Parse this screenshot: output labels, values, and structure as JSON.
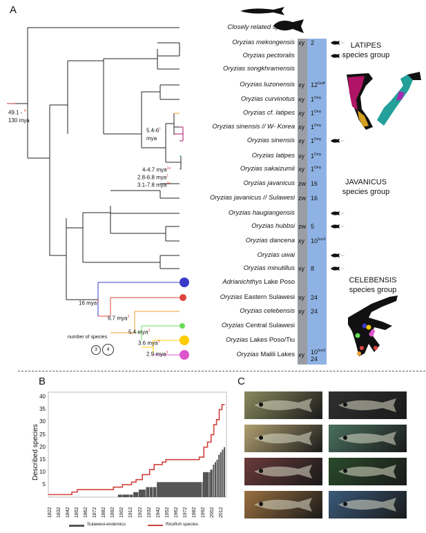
{
  "panels": {
    "a": "A",
    "b": "B",
    "c": "C"
  },
  "root": {
    "age_top": "49.1 - ",
    "age_top_ref": "4",
    "age_bottom": "130 mya"
  },
  "outgroup": "Closely related species",
  "taxa": [
    {
      "name": "Oryzias mekongensis",
      "sex": "xy",
      "num": "2",
      "sup": ""
    },
    {
      "name": "Oryzias pectoralis",
      "sex": "",
      "num": "",
      "sup": ""
    },
    {
      "name": "Oryzias songkhramensis",
      "sex": "",
      "num": "",
      "sup": ""
    },
    {
      "name": "Oryzias luzonensis",
      "sex": "xy",
      "num": "12",
      "sup": "Gsdf"
    },
    {
      "name": "Oryzias curvinotus",
      "sex": "xy",
      "num": "1",
      "sup": "Dmy"
    },
    {
      "name": "Oryzias cf. latipes",
      "sex": "xy",
      "num": "1",
      "sup": "Dmy"
    },
    {
      "name": "Oryzias sinensis // W- Korea",
      "sex": "xy",
      "num": "1",
      "sup": "Dmy"
    },
    {
      "name": "Oryzias sinensis",
      "sex": "xy",
      "num": "1",
      "sup": "Dmy"
    },
    {
      "name": "Oryzias latipes",
      "sex": "xy",
      "num": "1",
      "sup": "Dmy"
    },
    {
      "name": "Oryzias sakaizumii",
      "sex": "xy",
      "num": "1",
      "sup": "Dmy"
    },
    {
      "name": "Oryzias javanicus",
      "sex": "zw",
      "num": "16",
      "sup": ""
    },
    {
      "name": "Oryzias javanicus // Sulawesi",
      "sex": "zw",
      "num": "16",
      "sup": ""
    },
    {
      "name": "Oryzias haugiangensis",
      "sex": "",
      "num": "",
      "sup": ""
    },
    {
      "name": "Oryzias hubbsi",
      "sex": "zw",
      "num": "5",
      "sup": ""
    },
    {
      "name": "Oryzias dancena",
      "sex": "xy",
      "num": "10",
      "sup": "Sox3"
    },
    {
      "name": "Oryzias uwai",
      "sex": "",
      "num": "",
      "sup": ""
    },
    {
      "name": "Oryzias minutillus",
      "sex": "xy",
      "num": "8",
      "sup": ""
    },
    {
      "name": "Adrianichthys",
      "suffix": " Lake Poso",
      "sex": "",
      "num": "",
      "sup": ""
    },
    {
      "name": "Oryzias",
      "suffix": " Eastern Sulawesi",
      "sex": "xy",
      "num": "24",
      "sup": ""
    },
    {
      "name": "Oryzias celebensis",
      "sex": "xy",
      "num": "24",
      "sup": ""
    },
    {
      "name": "Oryzias",
      "suffix": " Central Sulawesi",
      "sex": "",
      "num": "",
      "sup": ""
    },
    {
      "name": "Oryzias",
      "suffix": " Lakes Poso/Tiu",
      "sex": "",
      "num": "",
      "sup": ""
    },
    {
      "name": "Oryzias",
      "suffix": " Malili Lakes",
      "sex": "xy",
      "num": "10",
      "sup": "Sox3",
      "num2": "24"
    }
  ],
  "nodes": {
    "n1": "5.4-6",
    "n1_ref": "1",
    "n1_b": "mya",
    "n2": "4-4.7 mya",
    "n2_ref": "2a",
    "n3": "2.8-6.8 mya",
    "n3_ref": "1",
    "n4": "3.1-7.8 mya",
    "n4_ref": "2a",
    "n5": "16 mya",
    "n5_ref": "3",
    "n6": "6.7 mya",
    "n6_ref": "3",
    "n7": "5.4 mya",
    "n7_ref": "3",
    "n8": "3.6 mya",
    "n8_ref": "3",
    "n9": "2.9 mya",
    "n9_ref": "3"
  },
  "groups": {
    "latipes_1": "LATIPES",
    "latipes_2": "species group",
    "javanicus_1": "JAVANICUS",
    "javanicus_2": "species group",
    "celebensis_1": "CELEBENSIS",
    "celebensis_2": "species group"
  },
  "species_legend": {
    "label": "number of species",
    "a": "3",
    "b": "4"
  },
  "clade_colors": {
    "adrianichthys": "#3a3ac8",
    "eastern": "#e0443c",
    "celebensis": "#f0a030",
    "central": "#66dd55",
    "poso_tiu": "#ffcc00",
    "malili": "#dd55cc",
    "cf_latipes": "#f0a030",
    "sinensis": "#aa1166",
    "latipes": "#22aa99",
    "sakaizumii": "#8a2a9a"
  },
  "chart_data": {
    "type": "line",
    "ylabel": "Described species",
    "yticks": [
      5,
      10,
      15,
      20,
      25,
      30,
      35,
      40
    ],
    "ylim": [
      0,
      42
    ],
    "x": [
      "1822",
      "1832",
      "1842",
      "1852",
      "1862",
      "1872",
      "1882",
      "1892",
      "1902",
      "1912",
      "1922",
      "1932",
      "1942",
      "1952",
      "1962",
      "1972",
      "1982",
      "1992",
      "2002",
      "2012"
    ],
    "xlim": [
      1820,
      2017
    ],
    "legend": [
      "Sulawesi-endemics",
      "Ricefish species"
    ],
    "series": [
      {
        "name": "Ricefish species",
        "color": "#d0403a",
        "points": [
          [
            1820,
            1
          ],
          [
            1846,
            1
          ],
          [
            1846,
            2
          ],
          [
            1852,
            2
          ],
          [
            1852,
            3
          ],
          [
            1892,
            3
          ],
          [
            1892,
            4
          ],
          [
            1902,
            4
          ],
          [
            1902,
            5
          ],
          [
            1912,
            5
          ],
          [
            1912,
            6
          ],
          [
            1917,
            6
          ],
          [
            1917,
            7
          ],
          [
            1924,
            7
          ],
          [
            1924,
            9
          ],
          [
            1932,
            9
          ],
          [
            1932,
            11
          ],
          [
            1937,
            11
          ],
          [
            1937,
            13
          ],
          [
            1946,
            13
          ],
          [
            1946,
            14
          ],
          [
            1950,
            14
          ],
          [
            1950,
            15
          ],
          [
            1987,
            15
          ],
          [
            1987,
            16
          ],
          [
            1992,
            16
          ],
          [
            1992,
            20
          ],
          [
            1996,
            20
          ],
          [
            1996,
            22
          ],
          [
            2000,
            22
          ],
          [
            2000,
            25
          ],
          [
            2003,
            25
          ],
          [
            2003,
            29
          ],
          [
            2006,
            29
          ],
          [
            2006,
            31
          ],
          [
            2009,
            31
          ],
          [
            2009,
            35
          ],
          [
            2012,
            35
          ],
          [
            2012,
            37
          ],
          [
            2015,
            37
          ]
        ]
      },
      {
        "name": "Sulawesi-endemics",
        "color": "#555555",
        "bars": [
          [
            1897,
            1
          ],
          [
            1902,
            1
          ],
          [
            1910,
            1
          ],
          [
            1914,
            2
          ],
          [
            1920,
            3
          ],
          [
            1928,
            4
          ],
          [
            1932,
            4
          ],
          [
            1936,
            4
          ],
          [
            1940,
            6
          ],
          [
            1990,
            6
          ],
          [
            1991,
            10
          ],
          [
            1998,
            10
          ],
          [
            1999,
            11
          ],
          [
            2002,
            13
          ],
          [
            2004,
            14
          ],
          [
            2006,
            15
          ],
          [
            2008,
            17
          ],
          [
            2010,
            18
          ],
          [
            2012,
            19
          ],
          [
            2014,
            20
          ]
        ]
      }
    ]
  },
  "photos": {
    "colors": [
      "#8a8a60",
      "#303030",
      "#b0a070",
      "#4a7060",
      "#6a3a3a",
      "#2a4a2a",
      "#9a7040",
      "#3a5a7a"
    ]
  }
}
